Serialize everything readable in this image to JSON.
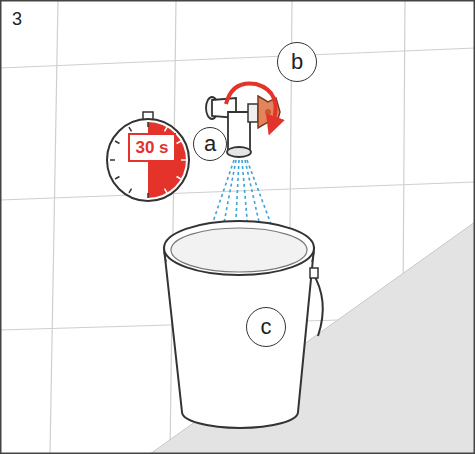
{
  "diagram": {
    "nodes": [
      {
        "text": [
          "b"
        ]
      },
      {
        "text": [
          "30 s"
        ]
      },
      {
        "text": [
          "a"
        ]
      },
      {
        "text": [
          "c"
        ]
      }
    ],
    "labels": [
      "3"
    ]
  }
}
